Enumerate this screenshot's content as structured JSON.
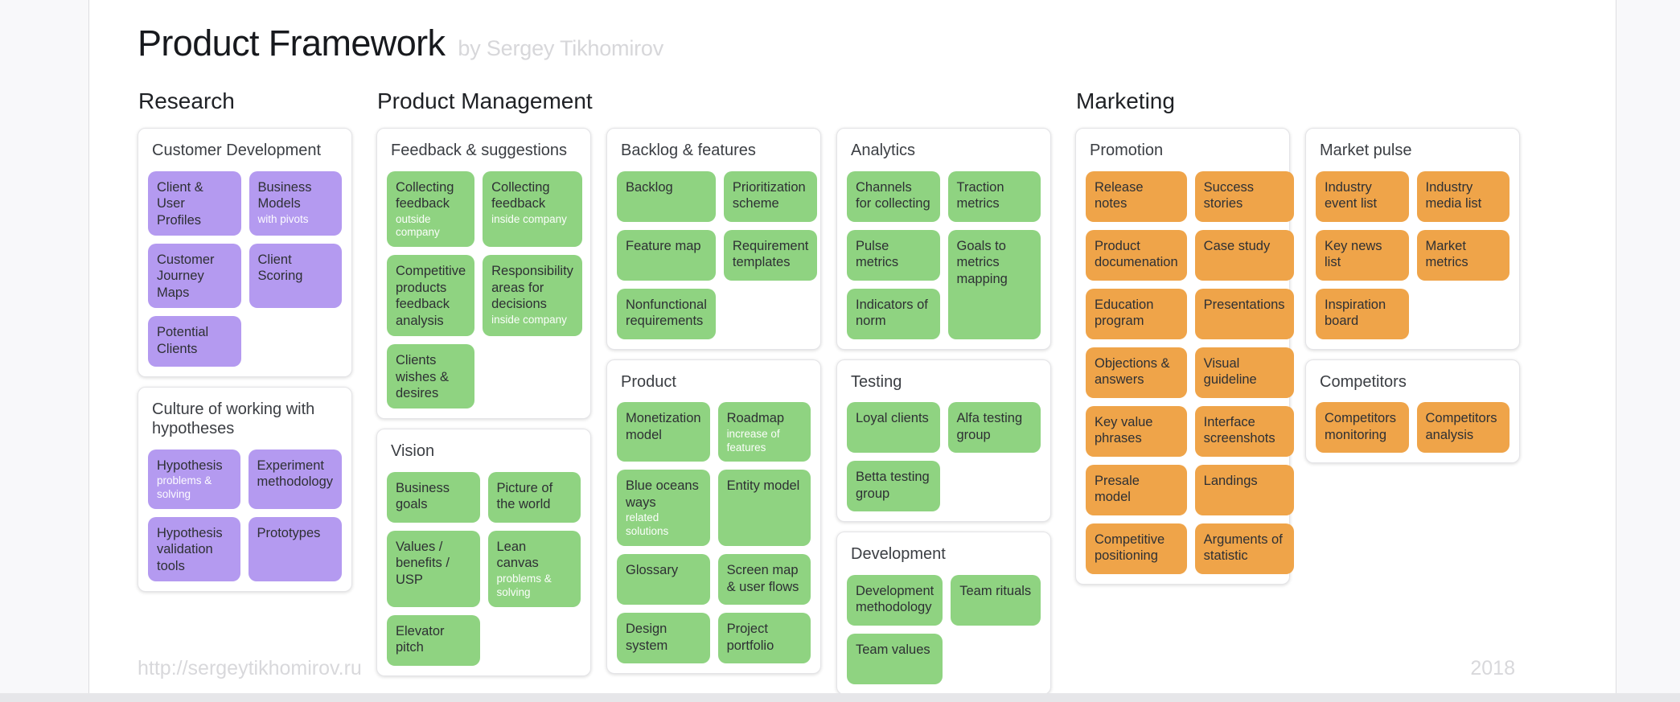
{
  "header": {
    "title": "Product Framework",
    "byline": "by Sergey Tikhomirov"
  },
  "footer": {
    "url": "http://sergeytikhomirov.ru",
    "year": "2018"
  },
  "colors": {
    "research_tile": "#b49af0",
    "product_management_tile": "#8fd381",
    "marketing_tile": "#efa449",
    "card_background": "#ffffff",
    "page_background": "#f8f8fa",
    "bottom_strip": "#e6e6e9",
    "muted_text": "#d8d8db"
  },
  "sections": [
    {
      "name": "Research",
      "tile_color": "#b49af0",
      "columns": [
        {
          "cards": [
            {
              "title": "Customer Development",
              "tiles": [
                {
                  "label": "Client & User Profiles"
                },
                {
                  "label": "Business Models",
                  "sub": "with pivots"
                },
                {
                  "label": "Customer Journey Maps"
                },
                {
                  "label": "Client Scoring"
                },
                {
                  "label": "Potential Clients"
                }
              ]
            },
            {
              "title": "Culture of working with hypotheses",
              "tiles": [
                {
                  "label": "Hypothesis",
                  "sub": "problems & solving"
                },
                {
                  "label": "Experiment methodology"
                },
                {
                  "label": "Hypothesis validation tools"
                },
                {
                  "label": "Prototypes"
                }
              ]
            }
          ]
        }
      ]
    },
    {
      "name": "Product Management",
      "tile_color": "#8fd381",
      "columns": [
        {
          "cards": [
            {
              "title": "Feedback & suggestions",
              "tiles": [
                {
                  "label": "Collecting feedback",
                  "sub": "outside company"
                },
                {
                  "label": "Collecting feedback",
                  "sub": "inside company"
                },
                {
                  "label": "Competitive products feedback analysis"
                },
                {
                  "label": "Responsibility areas for decisions",
                  "sub": "inside company"
                },
                {
                  "label": "Clients wishes & desires"
                }
              ]
            },
            {
              "title": "Vision",
              "tiles": [
                {
                  "label": "Business goals"
                },
                {
                  "label": "Picture of the world"
                },
                {
                  "label": "Values / benefits / USP"
                },
                {
                  "label": "Lean canvas",
                  "sub": "problems & solving"
                },
                {
                  "label": "Elevator pitch"
                }
              ]
            }
          ]
        },
        {
          "cards": [
            {
              "title": "Backlog & features",
              "tiles": [
                {
                  "label": "Backlog"
                },
                {
                  "label": "Prioritization scheme"
                },
                {
                  "label": "Feature map"
                },
                {
                  "label": "Requirement templates"
                },
                {
                  "label": "Nonfunctional requirements"
                }
              ]
            },
            {
              "title": "Product",
              "tiles": [
                {
                  "label": "Monetization model"
                },
                {
                  "label": "Roadmap",
                  "sub": "increase of features"
                },
                {
                  "label": "Blue oceans ways",
                  "sub": "related solutions"
                },
                {
                  "label": "Entity model"
                },
                {
                  "label": "Glossary"
                },
                {
                  "label": "Screen map & user flows"
                },
                {
                  "label": "Design system"
                },
                {
                  "label": "Project portfolio"
                }
              ]
            }
          ]
        },
        {
          "cards": [
            {
              "title": "Analytics",
              "tiles": [
                {
                  "label": "Channels for collecting"
                },
                {
                  "label": "Traction metrics"
                },
                {
                  "label": "Pulse metrics"
                },
                {
                  "label": "Goals to metrics mapping",
                  "tall": true
                },
                {
                  "label": "Indicators of norm"
                }
              ]
            },
            {
              "title": "Testing",
              "tiles": [
                {
                  "label": "Loyal clients"
                },
                {
                  "label": "Alfa testing group"
                },
                {
                  "label": "Betta testing group"
                }
              ]
            },
            {
              "title": "Development",
              "tiles": [
                {
                  "label": "Development methodology"
                },
                {
                  "label": "Team rituals"
                },
                {
                  "label": "Team values"
                }
              ]
            }
          ]
        }
      ]
    },
    {
      "name": "Marketing",
      "tile_color": "#efa449",
      "columns": [
        {
          "cards": [
            {
              "title": "Promotion",
              "tiles": [
                {
                  "label": "Release notes"
                },
                {
                  "label": "Success stories"
                },
                {
                  "label": "Product documenation"
                },
                {
                  "label": "Case study"
                },
                {
                  "label": "Education program"
                },
                {
                  "label": "Presentations"
                },
                {
                  "label": "Objections & answers"
                },
                {
                  "label": "Visual guideline"
                },
                {
                  "label": "Key value phrases"
                },
                {
                  "label": "Interface screenshots"
                },
                {
                  "label": "Presale model"
                },
                {
                  "label": "Landings"
                },
                {
                  "label": "Competitive positioning"
                },
                {
                  "label": "Arguments of statistic"
                }
              ]
            }
          ]
        },
        {
          "cards": [
            {
              "title": "Market pulse",
              "tiles": [
                {
                  "label": "Industry event list"
                },
                {
                  "label": "Industry media list"
                },
                {
                  "label": "Key news list"
                },
                {
                  "label": "Market metrics"
                },
                {
                  "label": "Inspiration board"
                }
              ]
            },
            {
              "title": "Competitors",
              "tiles": [
                {
                  "label": "Competitors monitoring"
                },
                {
                  "label": "Competitors analysis"
                }
              ]
            }
          ]
        }
      ]
    }
  ]
}
